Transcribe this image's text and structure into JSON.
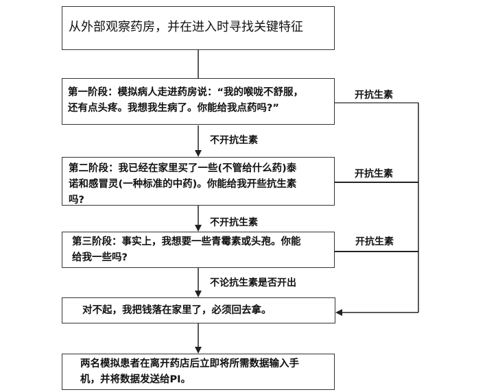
{
  "diagram": {
    "type": "flowchart",
    "nodes": [
      {
        "id": "observe",
        "text": "从外部观察药房，并在进入时寻找关键特征"
      },
      {
        "id": "stage1",
        "text": "第一阶段：模拟病人走进药房说：“我的喉咙不舒服，\n还有点头疼。我想我生病了。你能给我点药吗?”"
      },
      {
        "id": "stage2",
        "text": "第二阶段：我已经在家里买了一些(不管给什么药)泰\n诺和感冒灵(一种标准的中药)。你能给我开些抗生素\n吗?"
      },
      {
        "id": "stage3",
        "text": "第三阶段：事实上，我想要一些青霉素或头孢。你能\n给我一些吗?"
      },
      {
        "id": "leave",
        "text": "对不起，我把钱落在家里了，必须回去拿。"
      },
      {
        "id": "report",
        "text": "两名模拟患者在离开药店后立即将所需数据输入手\n机，并将数据发送给PI。"
      }
    ],
    "edges": [
      {
        "from": "observe",
        "to": "stage1",
        "label": ""
      },
      {
        "from": "stage1",
        "to": "stage2",
        "label": "不开抗生素"
      },
      {
        "from": "stage2",
        "to": "stage3",
        "label": "不开抗生素"
      },
      {
        "from": "stage3",
        "to": "leave",
        "label": "不论抗生素是否开出"
      },
      {
        "from": "leave",
        "to": "report",
        "label": ""
      },
      {
        "from": "stage1",
        "to": "leave",
        "label": "开抗生素"
      },
      {
        "from": "stage2",
        "to": "leave",
        "label": "开抗生素"
      },
      {
        "from": "stage3",
        "to": "leave",
        "label": "开抗生素"
      }
    ]
  }
}
